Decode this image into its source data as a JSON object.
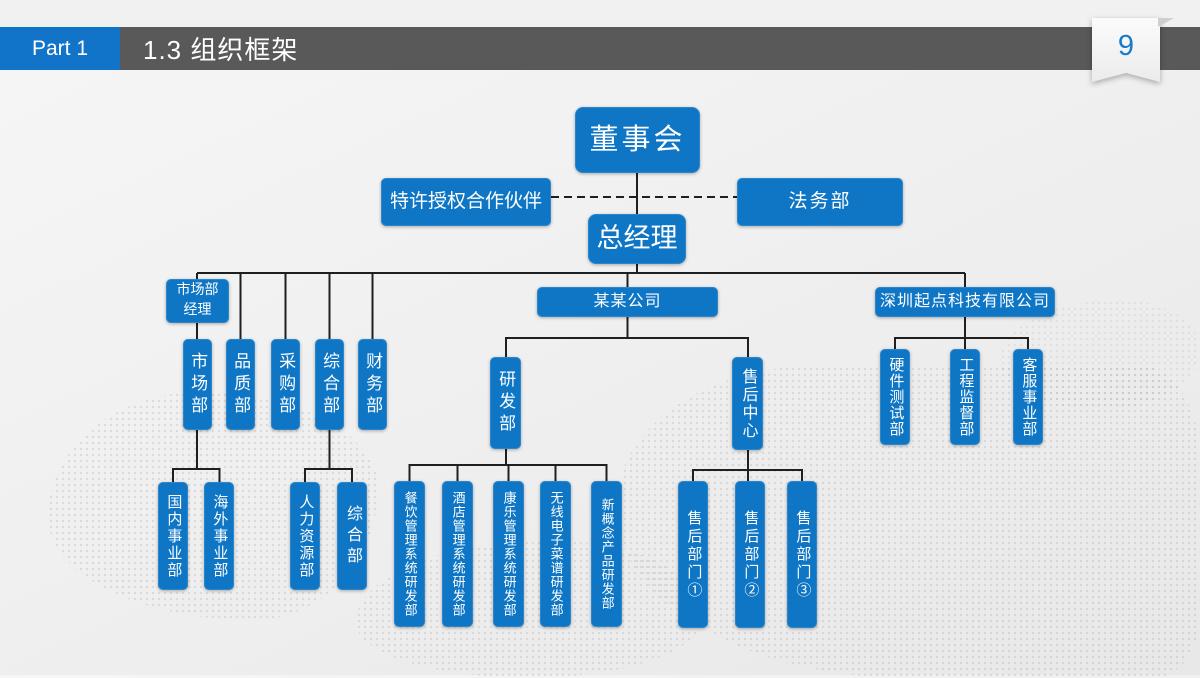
{
  "header": {
    "part_label": "Part 1",
    "title": "1.3 组织框架",
    "page_number": "9"
  },
  "colors": {
    "primary_blue": "#0e76c5",
    "bar_gray": "#595959",
    "page_number_blue": "#1a79c8",
    "connector_dark": "#1f1f1f"
  },
  "chart": {
    "board": "董事会",
    "general_manager": "总经理",
    "franchise_partner": "特许授权合作伙伴",
    "legal_dept": "法务部",
    "left_branch": {
      "head": "市场部\n经理",
      "depts": [
        "市场部",
        "品质部",
        "采购部",
        "综合部",
        "财务部"
      ],
      "market_children": [
        "国内事业部",
        "海外事业部"
      ],
      "general_children": [
        "人力资源部",
        "综合部"
      ]
    },
    "mid_branch": {
      "company": "某某公司",
      "rd_dept": "研发部",
      "after_sales_center": "售后中心",
      "rd_children": [
        "餐饮管理系统研发部",
        "酒店管理系统研发部",
        "康乐管理系统研发部",
        "无线电子菜谱研发部",
        "新概念产品研发部"
      ],
      "after_sales_children": [
        "售后部门①",
        "售后部门②",
        "售后部门③"
      ]
    },
    "right_branch": {
      "company": "深圳起点科技有限公司",
      "children": [
        "硬件测试部",
        "工程监督部",
        "客服事业部"
      ]
    }
  }
}
